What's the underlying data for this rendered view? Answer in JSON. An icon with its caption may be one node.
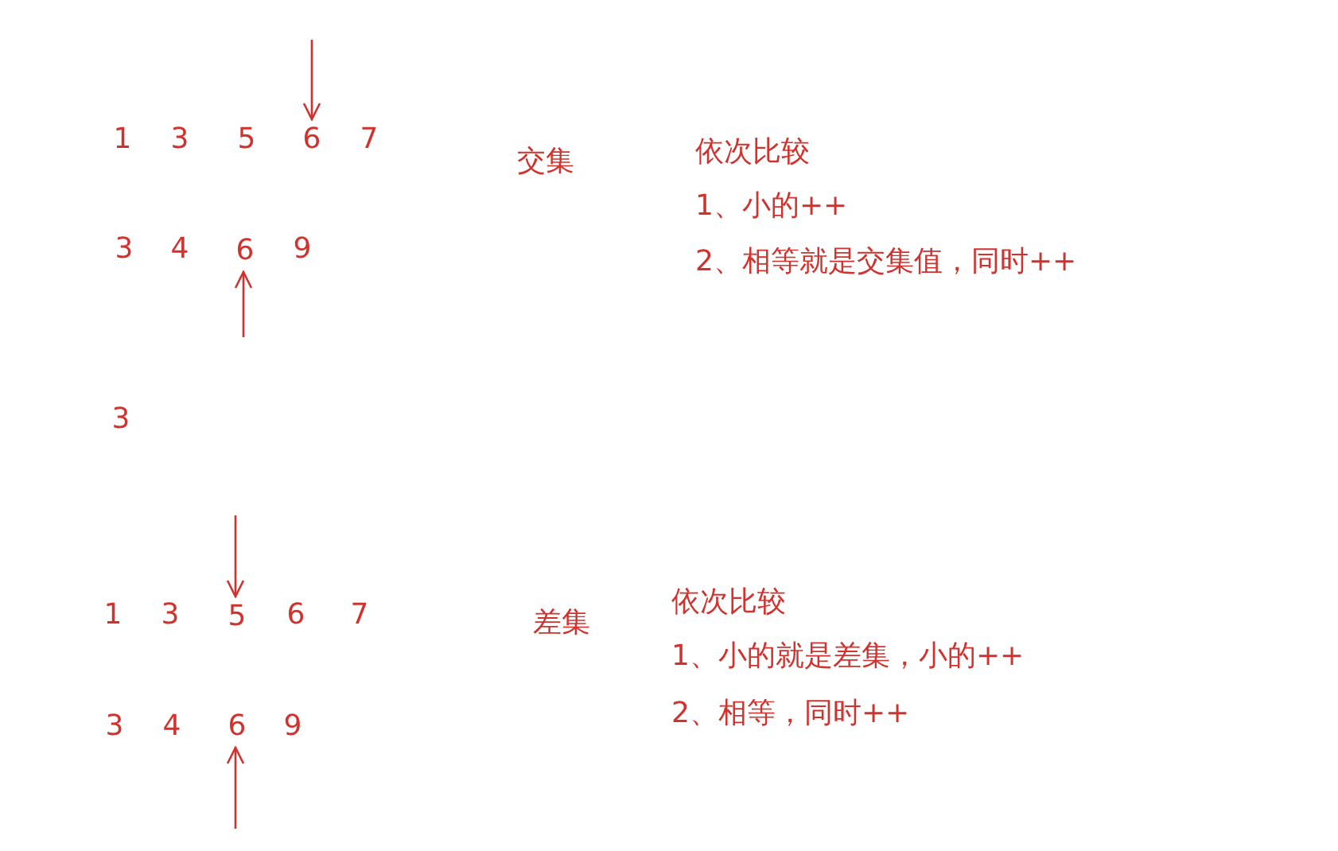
{
  "diagram": {
    "nodes": [
      {
        "text": [
          "6"
        ]
      },
      {
        "text": [
          "6"
        ]
      },
      {
        "text": [
          "5"
        ]
      },
      {
        "text": [
          "6"
        ]
      }
    ],
    "edges": [
      {
        "from": null,
        "to": 0,
        "arrow": "to"
      },
      {
        "from": null,
        "to": 1,
        "arrow": "to"
      },
      {
        "from": null,
        "to": 2,
        "arrow": "to"
      },
      {
        "from": null,
        "to": 3,
        "arrow": "to"
      }
    ],
    "labels": [
      "1",
      "3",
      "5",
      "7",
      "交集",
      "依次比较",
      "1、小的++",
      "3",
      "4",
      "9",
      "2、相等就是交集值，同时++",
      "3",
      "1",
      "3",
      "6",
      "7",
      "差集",
      "依次比较",
      "1、小的就是差集，小的++",
      "3",
      "4",
      "9",
      "2、相等，同时++"
    ]
  }
}
